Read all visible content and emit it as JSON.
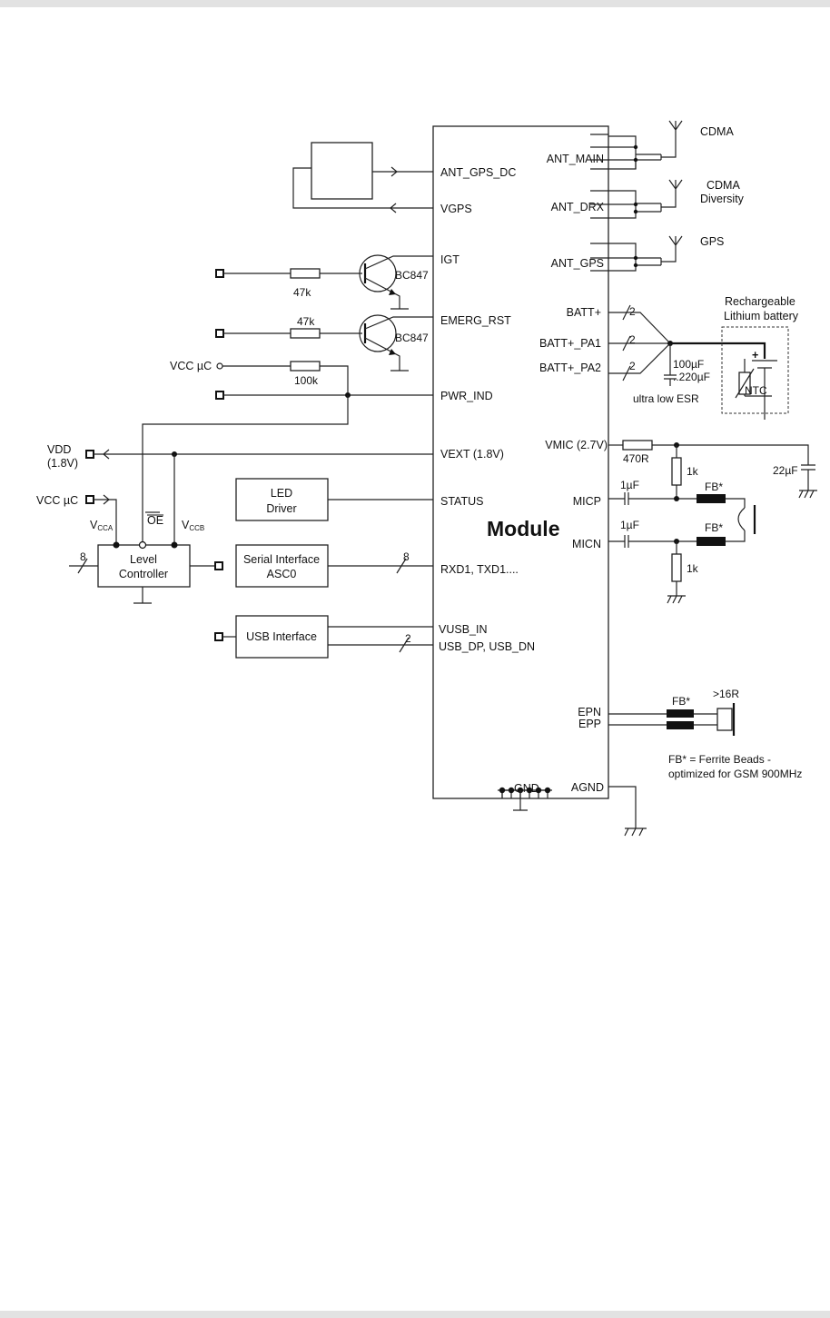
{
  "module": {
    "title": "Module"
  },
  "pins_left": {
    "ant_gps_dc": "ANT_GPS_DC",
    "vgps": "VGPS",
    "igt": "IGT",
    "emerg_rst": "EMERG_RST",
    "pwr_ind": "PWR_IND",
    "vext": "VEXT (1.8V)",
    "status": "STATUS",
    "rxd_txd": "RXD1, TXD1....",
    "vusb_in": "VUSB_IN",
    "usb_dp_dn": "USB_DP, USB_DN"
  },
  "pins_right": {
    "ant_main": "ANT_MAIN",
    "ant_drx": "ANT_DRX",
    "ant_gps": "ANT_GPS",
    "batt_plus": "BATT+",
    "batt_pa1": "BATT+_PA1",
    "batt_pa2": "BATT+_PA2",
    "vmic": "VMIC (2.7V)",
    "micp": "MICP",
    "micn": "MICN",
    "epn": "EPN",
    "epp": "EPP",
    "agnd": "AGND",
    "gnd": "GND"
  },
  "antennas": {
    "cdma": "CDMA",
    "cdma_div_1": "CDMA",
    "cdma_div_2": "Diversity",
    "gps": "GPS"
  },
  "components": {
    "r_igt": "47k",
    "r_emerg": "47k",
    "r_pwr": "100k",
    "q1": "BC847",
    "q2": "BC847",
    "vcc_uc_top": "VCC µC",
    "vdd_1": "VDD",
    "vdd_2": "(1.8V)",
    "vcc_uc_left": "VCC µC",
    "vcca": "V",
    "vcca_sub": "CCA",
    "vccb": "V",
    "vccb_sub": "CCB",
    "oe": "OE",
    "bus8_left": "8",
    "bus8_right": "8",
    "bus2_usb": "2",
    "bus2_batt1": "2",
    "bus2_batt2": "2",
    "bus2_batt3": "2",
    "cap_batt_1": "100µF",
    "cap_batt_2": "..220µF",
    "cap_batt_3": "ultra low ESR",
    "battery_1": "Rechargeable",
    "battery_2": "Lithium battery",
    "battery_plus": "+",
    "ntc": "NTC",
    "r_vmic": "470R",
    "r_micp": "1k",
    "r_micn": "1k",
    "c_vmic": "22µF",
    "c_micp": "1µF",
    "c_micn": "1µF",
    "fb_micp": "FB*",
    "fb_micn": "FB*",
    "fb_ep": "FB*",
    "speaker": ">16R",
    "note_1": "FB* = Ferrite Beads -",
    "note_2": "optimized for GSM 900MHz"
  },
  "blocks": {
    "led_1": "LED",
    "led_2": "Driver",
    "level_1": "Level",
    "level_2": "Controller",
    "serial_1": "Serial Interface",
    "serial_2": "ASC0",
    "usb": "USB Interface"
  }
}
